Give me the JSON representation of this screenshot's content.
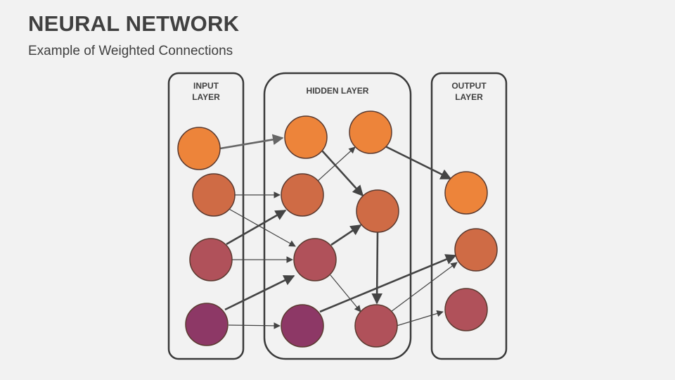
{
  "title": "NEURAL NETWORK",
  "subtitle": "Example of Weighted Connections",
  "layers": {
    "input": [
      "INPUT",
      "LAYER"
    ],
    "hidden": [
      "HIDDEN LAYER"
    ],
    "output": [
      "OUTPUT",
      "LAYER"
    ]
  },
  "colors": {
    "orange": "#ED843A",
    "orange_brown": "#CF6B45",
    "rose": "#B0515A",
    "plum": "#8D3866"
  }
}
